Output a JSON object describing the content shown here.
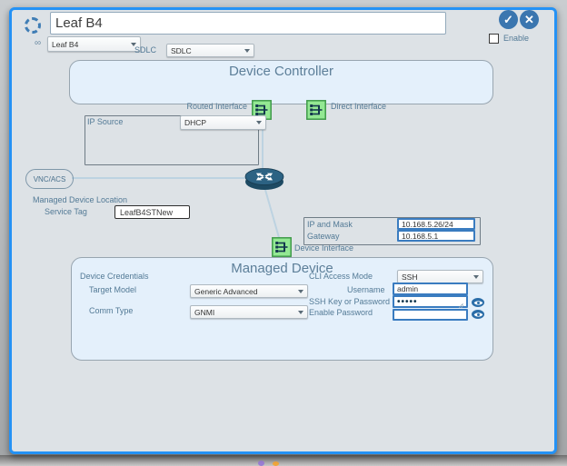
{
  "header": {
    "device_name_value": "Leaf B4",
    "device_select_value": "Leaf B4",
    "sdlc_label": "SDLC",
    "sdlc_select_value": "SDLC",
    "enable_label": "Enable"
  },
  "icons": {
    "check": "✓",
    "close": "✕",
    "link": "∞"
  },
  "device_controller": {
    "title": "Device Controller",
    "routed_interface_label": "Routed Interface",
    "direct_interface_label": "Direct Interface",
    "ip_source_label": "IP Source",
    "ip_source_value": "DHCP"
  },
  "topology": {
    "vnc_acs_label": "VNC/ACS",
    "managed_device_location_label": "Managed Device Location",
    "service_tag_label": "Service Tag",
    "service_tag_value": "LeafB4STNew",
    "ip_and_mask_label": "IP and Mask",
    "ip_and_mask_value": "10.168.5.26/24",
    "gateway_label": "Gateway",
    "gateway_value": "10.168.5.1",
    "device_interface_label": "Device Interface"
  },
  "managed_device": {
    "title": "Managed Device",
    "device_credentials_label": "Device Credentials",
    "target_model_label": "Target Model",
    "target_model_value": "Generic Advanced",
    "comm_type_label": "Comm Type",
    "comm_type_value": "GNMI",
    "cli_access_mode_label": "CLI Access Mode",
    "cli_access_mode_value": "SSH",
    "username_label": "Username",
    "username_value": "admin",
    "ssh_key_label": "SSH Key or Password",
    "ssh_key_value": "•••••",
    "enable_password_label": "Enable Password",
    "enable_password_value": ""
  },
  "colors": {
    "frame_blue": "#2492f5",
    "panel_blue": "#e4f0fb",
    "button_blue": "#3b76af",
    "interface_green": "#93e893",
    "router_teal": "#2c6283",
    "input_border_blue": "#3a7cc0",
    "label_slate": "#537a96"
  }
}
